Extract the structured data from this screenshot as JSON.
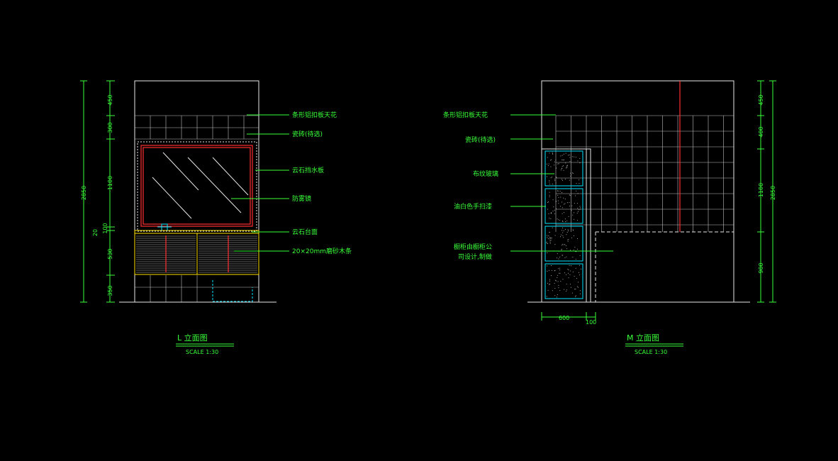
{
  "left_elevation": {
    "title": "L    立面图",
    "scale": "SCALE 1:30",
    "dims_vertical": [
      "450",
      "300",
      "1100",
      "100",
      "20",
      "530",
      "350"
    ],
    "dim_total": "2850",
    "labels": [
      "条形铝扣板天花",
      "瓷砖(待选)",
      "云石挡水板",
      "防雾镜",
      "云石台面",
      "20×20mm磨砂木条"
    ]
  },
  "right_elevation": {
    "title": "M    立面图",
    "scale": "SCALE 1:30",
    "dims_vertical": [
      "450",
      "400",
      "1100",
      "900"
    ],
    "dim_total": "2850",
    "dims_horizontal": [
      "600",
      "100"
    ],
    "labels": [
      "条形铝扣板天花",
      "瓷砖(待选)",
      "布纹玻璃",
      "油白色手扫漆",
      "橱柜由橱柜公",
      "司设计,制做"
    ]
  },
  "colors": {
    "background": "#000000",
    "annotation": "#39ff39",
    "outline": "#e8e8e8",
    "mirror_frame": "#ff3030",
    "glass": "#00e5ff",
    "cabinet": "#ffe000"
  }
}
